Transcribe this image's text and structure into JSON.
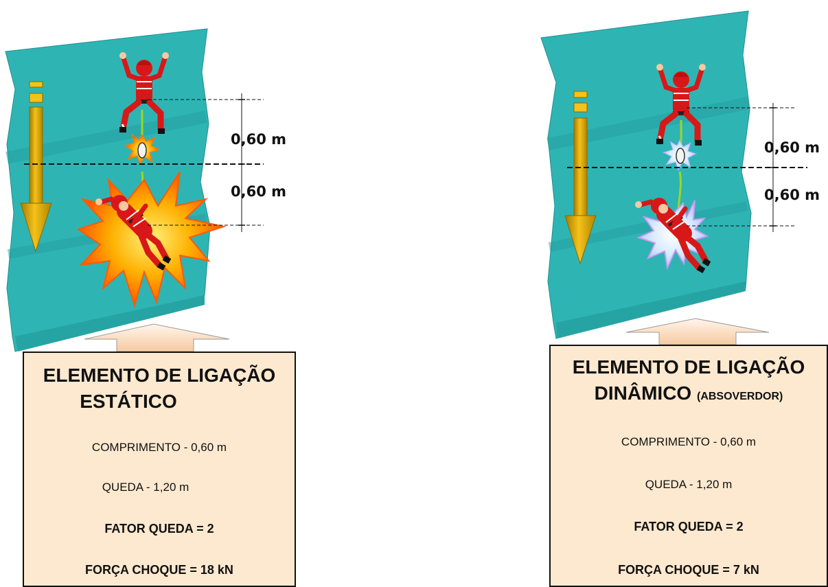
{
  "left_panel": {
    "title_line1": "ELEMENTO DE LIGAÇÃO",
    "title_line2": "ESTÁTICO",
    "comprimento": "COMPRIMENTO - 0,60 m",
    "queda": "QUEDA - 1,20 m",
    "fator": "FATOR QUEDA = 2",
    "forca": "FORÇA CHOQUE = 18 kN",
    "dim_upper": "0,60 m",
    "dim_lower": "0,60 m"
  },
  "right_panel": {
    "title_line1": "ELEMENTO DE LIGAÇÃO",
    "title_line2_main": "DINÂMICO",
    "title_line2_sub": "(ABSOVERDOR)",
    "comprimento": "COMPRIMENTO - 0,60 m",
    "queda": "QUEDA - 1,20 m",
    "fator": "FATOR QUEDA = 2",
    "forca": "FORÇA CHOQUE = 7   kN",
    "dim_upper": "0,60 m",
    "dim_lower": "0,60 m"
  },
  "colors": {
    "wall": "#2fb4b4",
    "wall_dark": "#1f9a9a",
    "arrow": "#e5a800",
    "panel_fill": "#fde9cf",
    "suit": "#d81818",
    "burst_outer": "#ff6a00",
    "burst_inner": "#ffd21a",
    "burst_soft": "#cfe6ff"
  }
}
